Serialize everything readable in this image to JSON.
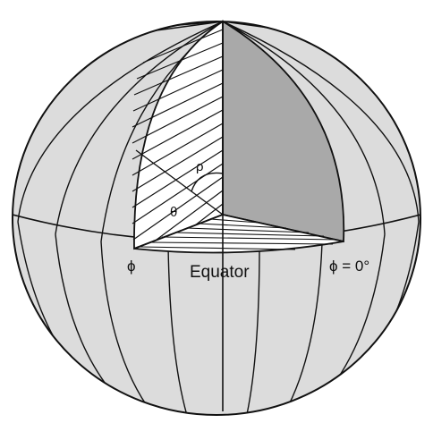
{
  "labels": {
    "rho": "ρ",
    "theta": "θ",
    "phi_left": "ϕ",
    "equator": "Equator",
    "phi_zero": "ϕ = 0°"
  },
  "colors": {
    "sphere_fill": "#dcdcdc",
    "shaded_wedge": "#a9a9a9",
    "outline": "#111111",
    "background": "#ffffff"
  }
}
